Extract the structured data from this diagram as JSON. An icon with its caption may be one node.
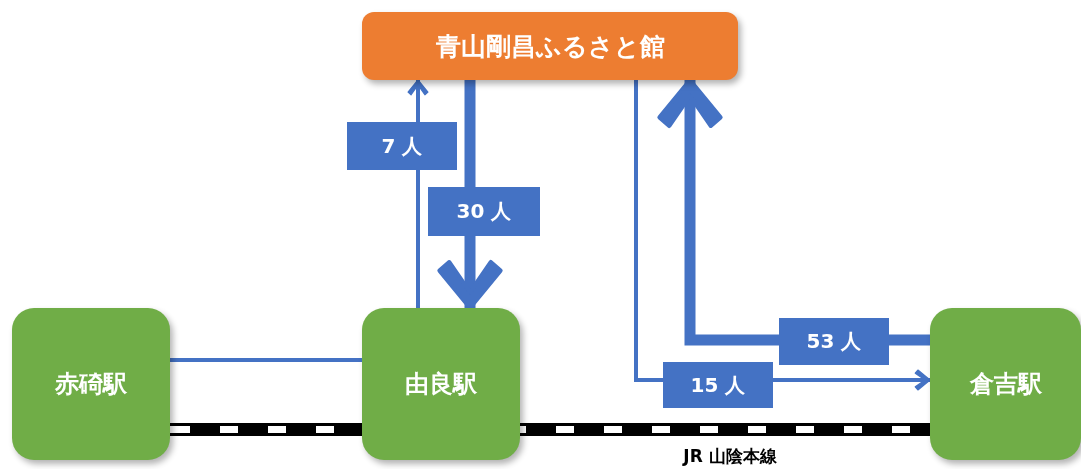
{
  "diagram": {
    "nodes": [
      {
        "text": [
          "青山剛昌ふるさと館"
        ]
      },
      {
        "text": [
          "赤碕駅"
        ]
      },
      {
        "text": [
          "由良駅"
        ]
      },
      {
        "text": [
          "倉吉駅"
        ]
      }
    ],
    "edges": [
      {
        "from": 1,
        "to": 2,
        "arrow": "none"
      },
      {
        "from": 2,
        "to": 0,
        "arrow": "to",
        "label": "7 人"
      },
      {
        "from": 0,
        "to": 2,
        "arrow": "to",
        "label": "30 人",
        "style": "thick"
      },
      {
        "from": 0,
        "to": 3,
        "arrow": "to",
        "label": "15 人"
      },
      {
        "from": 3,
        "to": 0,
        "arrow": "to",
        "label": "53 人",
        "style": "thick"
      }
    ],
    "labels": [
      "JR 山陰本線"
    ]
  }
}
